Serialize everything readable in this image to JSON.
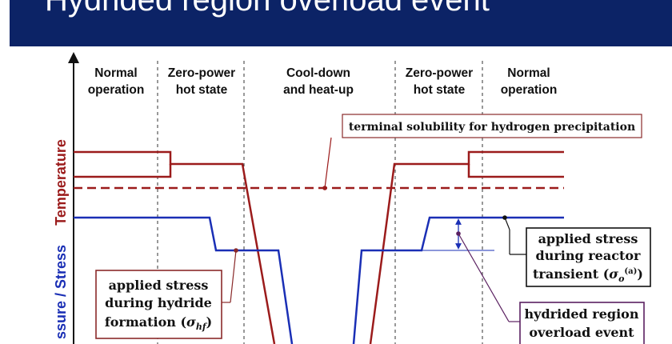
{
  "slide": {
    "title": "Hydrided region overload event"
  },
  "phases": [
    {
      "line1": "Normal",
      "line2": "operation"
    },
    {
      "line1": "Zero-power",
      "line2": "hot state"
    },
    {
      "line1": "Cool-down",
      "line2": "and heat-up"
    },
    {
      "line1": "Zero-power",
      "line2": "hot state"
    },
    {
      "line1": "Normal",
      "line2": "operation"
    }
  ],
  "axes": {
    "temperature_label": "Temperature",
    "pressure_label": "ssure / Stress"
  },
  "annotations": {
    "tssp": "terminal solubility for hydrogen precipitation",
    "hydride_formation_line1": "applied stress",
    "hydride_formation_line2": "during hydride",
    "hydride_formation_line3": "formation (",
    "hydride_formation_symbol": "σ",
    "hydride_formation_sub": "hf",
    "hydride_formation_close": ")",
    "transient_line1": "applied stress",
    "transient_line2": "during reactor",
    "transient_line3": "transient (",
    "transient_symbol": "σ",
    "transient_sub": "o",
    "transient_sup": "(a)",
    "transient_close": ")",
    "overload_line1": "hydrided region",
    "overload_line2": "overload event"
  },
  "colors": {
    "banner": "#0c2366",
    "temperature": "#9b1b1b",
    "stress": "#1a2fb5",
    "box_border": "#8a2a2a",
    "overload_border": "#5a2060",
    "axis": "#111111"
  }
}
